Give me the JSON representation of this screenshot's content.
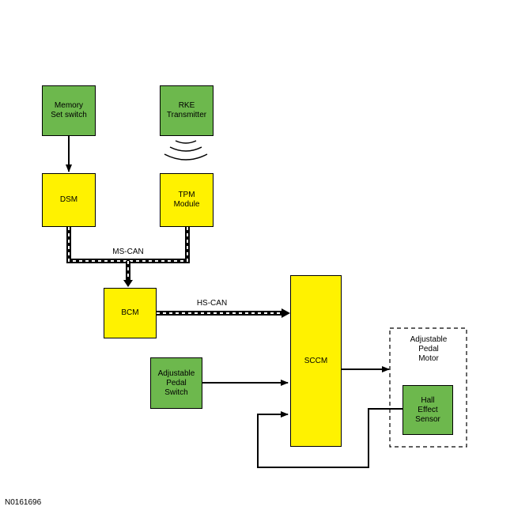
{
  "blocks": {
    "memory_set_switch": "Memory\nSet switch",
    "rke_transmitter": "RKE\nTransmitter",
    "dsm": "DSM",
    "tpm_module": "TPM\nModule",
    "bcm": "BCM",
    "sccm": "SCCM",
    "adjustable_pedal_switch": "Adjustable\nPedal\nSwitch",
    "adjustable_pedal_motor": "Adjustable\nPedal\nMotor",
    "hall_effect_sensor": "Hall\nEffect\nSensor"
  },
  "buses": {
    "ms_can": "MS-CAN",
    "hs_can": "HS-CAN"
  },
  "figure_id": "N0161696",
  "colors": {
    "module_green": "#6db84d",
    "module_yellow": "#fff200",
    "line": "#000000"
  }
}
